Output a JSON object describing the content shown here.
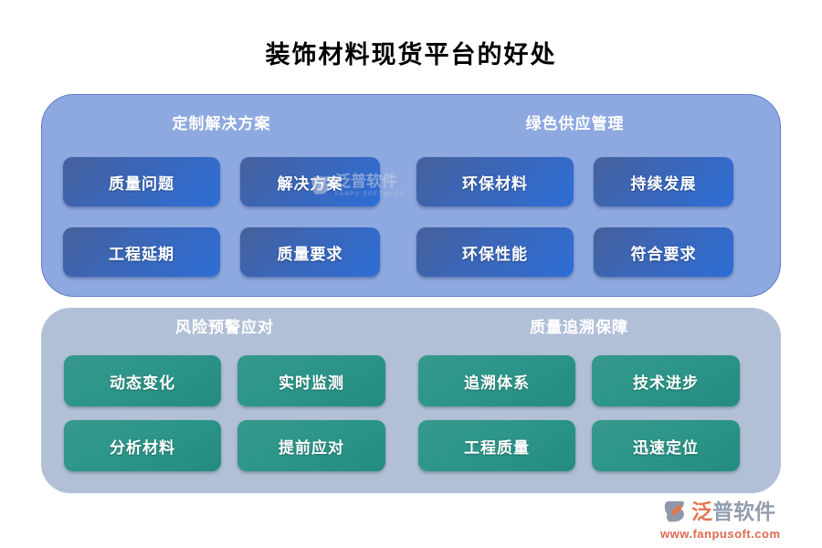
{
  "title": "装饰材料现货平台的好处",
  "colors": {
    "top_panel_bg": "#8ea9e0",
    "top_panel_border": "#5d7ccc",
    "bottom_panel_bg": "#b2c0d7",
    "blue_chip": "#2e6ed6",
    "green_chip": "#2b9488",
    "brand_orange": "#e0764f",
    "brand_gray": "#939dae"
  },
  "panels": [
    {
      "id": "top",
      "groups": [
        {
          "header": "定制解决方案",
          "items": [
            "质量问题",
            "解决方案",
            "工程延期",
            "质量要求"
          ]
        },
        {
          "header": "绿色供应管理",
          "items": [
            "环保材料",
            "持续发展",
            "环保性能",
            "符合要求"
          ]
        }
      ]
    },
    {
      "id": "bottom",
      "groups": [
        {
          "header": "风险预警应对",
          "items": [
            "动态变化",
            "实时监测",
            "分析材料",
            "提前应对"
          ]
        },
        {
          "header": "质量追溯保障",
          "items": [
            "追溯体系",
            "技术进步",
            "工程质量",
            "迅速定位"
          ]
        }
      ]
    }
  ],
  "watermark": {
    "text": "泛普软件",
    "subtext": "FANPU SOFTWARE"
  },
  "footer": {
    "brand_accent": "泛",
    "brand_rest": "普软件",
    "url": "www.fanpusoft.com"
  }
}
